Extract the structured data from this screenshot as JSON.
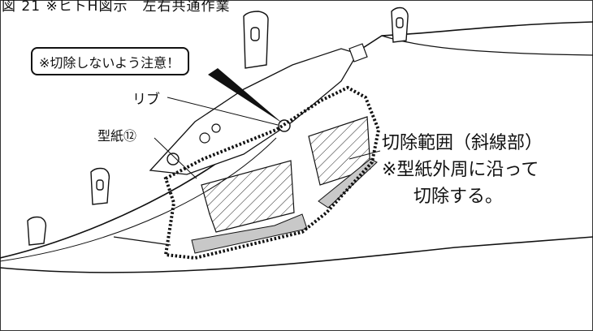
{
  "figure": {
    "title": "図 21 ※ヒトH図示　左右共通作業"
  },
  "callout": {
    "warning": "※切除しないよう注意！"
  },
  "labels": {
    "rib": "リブ",
    "pattern": "型紙⑫"
  },
  "note": {
    "line1": "切除範囲（斜線部）",
    "line2": "※型紙外周に沿って",
    "line3": "切除する。"
  }
}
